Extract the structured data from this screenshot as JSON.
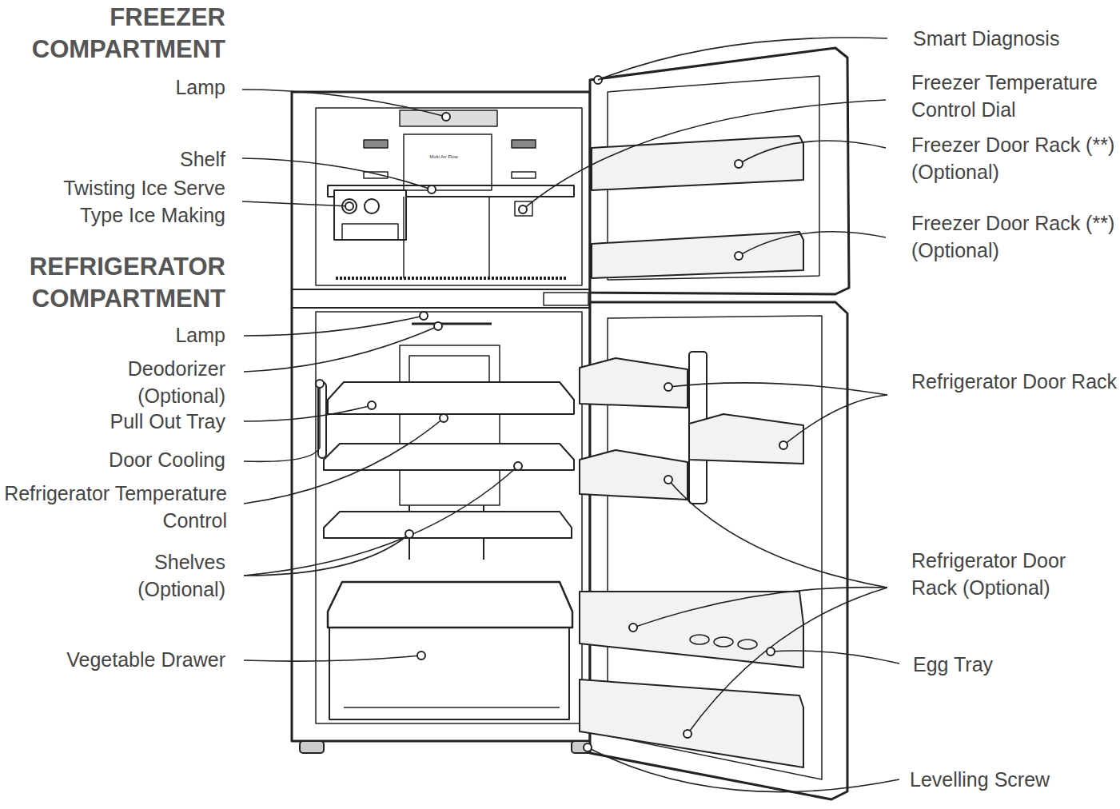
{
  "diagram": {
    "labels": [
      "FREEZER COMPARTMENT",
      "Lamp",
      "Shelf",
      "Twisting Ice Serve Type Ice Making",
      "Multi Air Flow",
      "REFRIGERATOR COMPARTMENT",
      "Lamp",
      "Deodorizer (Optional)",
      "Pull Out Tray",
      "Door Cooling",
      "Refrigerator Temperature Control",
      "Shelves (Optional)",
      "Vegetable Drawer",
      "Smart Diagnosis",
      "Freezer Temperature Control Dial",
      "Freezer Door Rack (**) (Optional)",
      "Freezer Door Rack (**) (Optional)",
      "Refrigerator Door Rack",
      "Refrigerator Door Rack (Optional)",
      "Egg Tray",
      "Levelling Screw"
    ]
  }
}
